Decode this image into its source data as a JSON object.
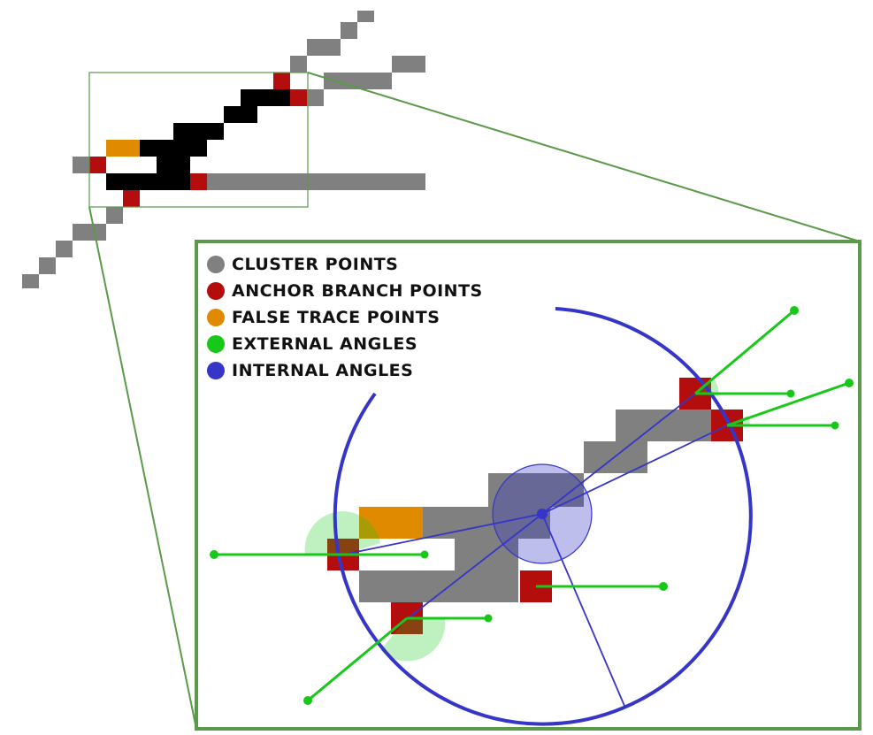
{
  "legend": [
    {
      "label": "CLUSTER POINTS",
      "color": "#808080"
    },
    {
      "label": "ANCHOR BRANCH POINTS",
      "color": "#b30d0d"
    },
    {
      "label": "FALSE TRACE POINTS",
      "color": "#e08a00"
    },
    {
      "label": "EXTERNAL ANGLES",
      "color": "#18c818"
    },
    {
      "label": "INTERNAL ANGLES",
      "color": "#3535c8"
    }
  ],
  "colors": {
    "cluster": "#808080",
    "anchor": "#b30d0d",
    "false_trace": "#e08a00",
    "trace": "#000000",
    "external": "#18c818",
    "internal": "#3535c8",
    "frame": "#5a9a4a"
  }
}
